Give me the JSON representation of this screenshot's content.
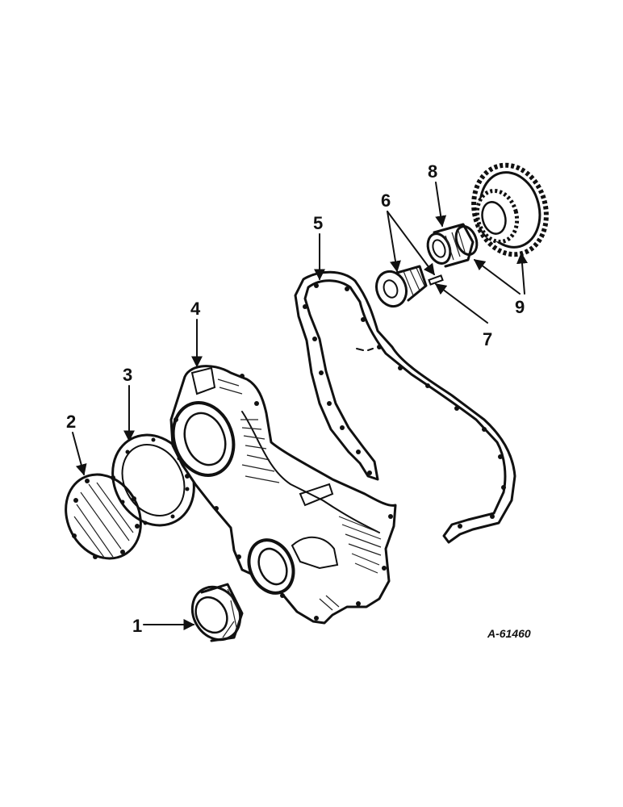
{
  "diagram": {
    "figure_id": "A-61460",
    "callouts": {
      "c1": "1",
      "c2": "2",
      "c3": "3",
      "c4": "4",
      "c5": "5",
      "c6": "6",
      "c7": "7",
      "c8": "8",
      "c9": "9"
    }
  },
  "colors": {
    "ink": "#111111",
    "paper": "#ffffff"
  }
}
